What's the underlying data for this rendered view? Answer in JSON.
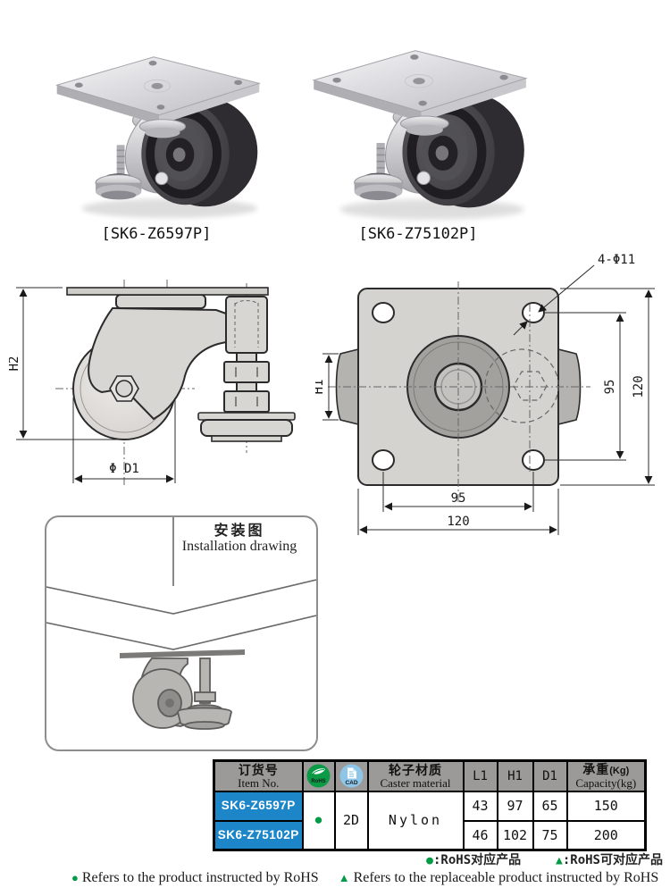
{
  "products": [
    {
      "label": "[SK6-Z6597P]"
    },
    {
      "label": "[SK6-Z75102P]"
    }
  ],
  "side_view": {
    "h2": "H2",
    "d1": "Φ D1"
  },
  "top_view": {
    "holes": "4-Φ11",
    "h1": "H1",
    "right95": "95",
    "right120": "120",
    "bottom95": "95",
    "bottom120": "120"
  },
  "installation": {
    "title_cn": "安装图",
    "title_en": "Installation drawing"
  },
  "table": {
    "header": {
      "item_cn": "订货号",
      "item_en": "Item No.",
      "rohs_label": "RoHS",
      "cad_label": "CAD",
      "material_cn": "轮子材质",
      "material_en": "Caster material",
      "l1": "L1",
      "h1": "H1",
      "d1": "D1",
      "capacity_cn": "承重",
      "capacity_unit": "(Kg)",
      "capacity_en": "Capacity(kg)"
    },
    "shared": {
      "rohs_mark": "●",
      "cad_type": "2D",
      "material": "Nylon"
    },
    "rows": [
      {
        "item": "SK6-Z6597P",
        "l1": "43",
        "h1": "97",
        "d1": "65",
        "capacity": "150"
      },
      {
        "item": "SK6-Z75102P",
        "l1": "46",
        "h1": "102",
        "d1": "75",
        "capacity": "200"
      }
    ]
  },
  "footer": {
    "note_cn": {
      "b1": "●",
      "t1": ":RoHS对应产品",
      "b2": "▲",
      "t2": ":RoHS可对应产品"
    },
    "note_en": {
      "b1": "●",
      "t1": "Refers to the product instructed by RoHS",
      "b2": "▲",
      "t2": "Refers to the replaceable product instructed by RoHS"
    }
  },
  "colors": {
    "accent_blue": "#1d86c8",
    "green": "#009b45",
    "cad_blue": "#8ec6e9",
    "header_gray": "#9c9a98",
    "drawing_fill": "#d8d6d3"
  }
}
